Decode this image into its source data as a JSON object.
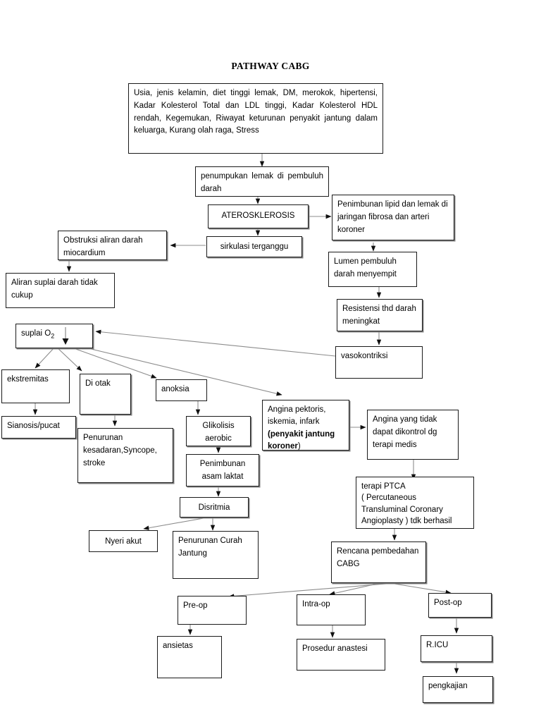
{
  "title": "PATHWAY CABG",
  "diagram": {
    "type": "flowchart",
    "orientation": "top-down",
    "nodes": [
      {
        "id": "risk",
        "label": "Usia, jenis kelamin, diet tinggi lemak, DM, merokok, hipertensi, Kadar Kolesterol Total dan LDL tinggi, Kadar Kolesterol HDL rendah, Kegemukan, Riwayat keturunan penyakit jantung dalam keluarga, Kurang olah raga, Stress"
      },
      {
        "id": "penumpukan",
        "label": "penumpukan lemak di pembuluh darah"
      },
      {
        "id": "aterosklerosis",
        "label": "ATEROSKLEROSIS"
      },
      {
        "id": "sirkulasi",
        "label": "sirkulasi terganggu"
      },
      {
        "id": "penimbunan_lipid",
        "label": "Penimbunan lipid dan lemak di jaringan fibrosa dan arteri koroner"
      },
      {
        "id": "lumen",
        "label": "Lumen pembuluh darah menyempit"
      },
      {
        "id": "resistensi",
        "label": "Resistensi thd darah meningkat"
      },
      {
        "id": "vasokontriksi",
        "label": "vasokontriksi"
      },
      {
        "id": "obstruksi",
        "label": "Obstruksi aliran darah miocardium"
      },
      {
        "id": "aliran",
        "label": "Aliran suplai darah tidak cukup"
      },
      {
        "id": "suplai_o2",
        "label": "suplai O",
        "label_sub": "2"
      },
      {
        "id": "ekstremitas",
        "label": "ekstremitas"
      },
      {
        "id": "di_otak",
        "label": "Di otak"
      },
      {
        "id": "anoksia",
        "label": "anoksia"
      },
      {
        "id": "sianosis",
        "label": "Sianosis/pucat"
      },
      {
        "id": "penurunan_kesadaran",
        "label": "Penurunan kesadaran,Syncope, stroke"
      },
      {
        "id": "glikolisis",
        "label": "Glikolisis aerobic"
      },
      {
        "id": "asam_laktat",
        "label": "Penimbunan asam laktat"
      },
      {
        "id": "disritmia",
        "label": "Disritmia"
      },
      {
        "id": "nyeri_akut",
        "label": "Nyeri akut"
      },
      {
        "id": "curah_jantung",
        "label": "Penurunan Curah Jantung"
      },
      {
        "id": "angina_pektoris",
        "label_pre": "Angina pektoris, iskemia, infark ",
        "label_bold": "(penyakit jantung koroner",
        "label_post": ")"
      },
      {
        "id": "angina_tidak",
        "label": "Angina yang tidak dapat dikontrol dg terapi medis"
      },
      {
        "id": "ptca",
        "label": "terapi PTCA ( Percutaneous Transluminal Coronary Angioplasty ) tdk berhasil",
        "lines": [
          "terapi PTCA",
          "( Percutaneous",
          "Transluminal Coronary",
          "Angioplasty ) tdk berhasil"
        ]
      },
      {
        "id": "rencana",
        "label": "Rencana pembedahan CABG"
      },
      {
        "id": "pre_op",
        "label": "Pre-op"
      },
      {
        "id": "intra_op",
        "label": "Intra-op"
      },
      {
        "id": "post_op",
        "label": "Post-op"
      },
      {
        "id": "ansietas",
        "label": "ansietas"
      },
      {
        "id": "prosedur",
        "label": "Prosedur anastesi"
      },
      {
        "id": "ricu",
        "label": "R.ICU"
      },
      {
        "id": "pengkajian",
        "label": "pengkajian"
      }
    ],
    "edges": [
      {
        "from": "risk",
        "to": "penumpukan"
      },
      {
        "from": "penumpukan",
        "to": "aterosklerosis"
      },
      {
        "from": "aterosklerosis",
        "to": "sirkulasi"
      },
      {
        "from": "aterosklerosis",
        "to": "penimbunan_lipid"
      },
      {
        "from": "sirkulasi",
        "to": "obstruksi"
      },
      {
        "from": "penimbunan_lipid",
        "to": "lumen"
      },
      {
        "from": "lumen",
        "to": "resistensi"
      },
      {
        "from": "resistensi",
        "to": "vasokontriksi"
      },
      {
        "from": "vasokontriksi",
        "to": "suplai_o2"
      },
      {
        "from": "obstruksi",
        "to": "aliran"
      },
      {
        "from": "suplai_o2",
        "to": "ekstremitas"
      },
      {
        "from": "suplai_o2",
        "to": "di_otak"
      },
      {
        "from": "suplai_o2",
        "to": "anoksia"
      },
      {
        "from": "suplai_o2",
        "to": "angina_pektoris"
      },
      {
        "from": "ekstremitas",
        "to": "sianosis"
      },
      {
        "from": "di_otak",
        "to": "penurunan_kesadaran"
      },
      {
        "from": "anoksia",
        "to": "glikolisis"
      },
      {
        "from": "glikolisis",
        "to": "asam_laktat"
      },
      {
        "from": "asam_laktat",
        "to": "disritmia"
      },
      {
        "from": "disritmia",
        "to": "nyeri_akut"
      },
      {
        "from": "disritmia",
        "to": "curah_jantung"
      },
      {
        "from": "angina_pektoris",
        "to": "angina_tidak"
      },
      {
        "from": "angina_tidak",
        "to": "ptca"
      },
      {
        "from": "ptca",
        "to": "rencana"
      },
      {
        "from": "rencana",
        "to": "pre_op"
      },
      {
        "from": "rencana",
        "to": "intra_op"
      },
      {
        "from": "rencana",
        "to": "post_op"
      },
      {
        "from": "pre_op",
        "to": "ansietas"
      },
      {
        "from": "intra_op",
        "to": "prosedur"
      },
      {
        "from": "post_op",
        "to": "ricu"
      },
      {
        "from": "ricu",
        "to": "pengkajian"
      }
    ]
  },
  "colors": {
    "background": "#ffffff",
    "box_border": "#1a1a1a",
    "box_shadow": "#808080",
    "connector": "#8c8c8c",
    "text": "#000000"
  }
}
